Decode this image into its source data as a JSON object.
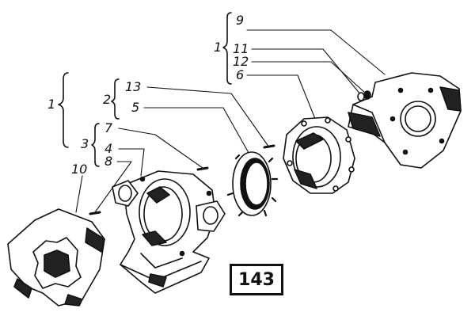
{
  "figure": {
    "number": "143",
    "callouts": [
      "1",
      "2",
      "3",
      "4",
      "5",
      "6",
      "7",
      "8",
      "9",
      "10",
      "11",
      "12",
      "13"
    ]
  },
  "colors": {
    "ink": "#111111",
    "paper": "#ffffff"
  }
}
